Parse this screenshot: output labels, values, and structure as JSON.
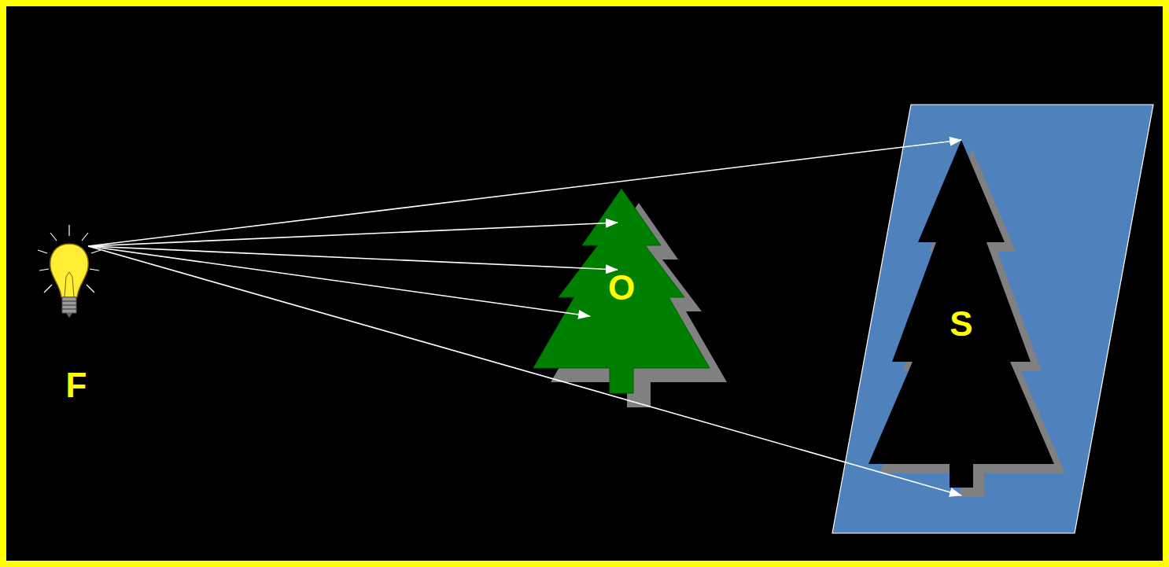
{
  "diagram": {
    "nodes": [
      {
        "text": [
          "O"
        ]
      },
      {
        "text": [
          "S"
        ]
      }
    ],
    "labels": [
      "F"
    ]
  }
}
